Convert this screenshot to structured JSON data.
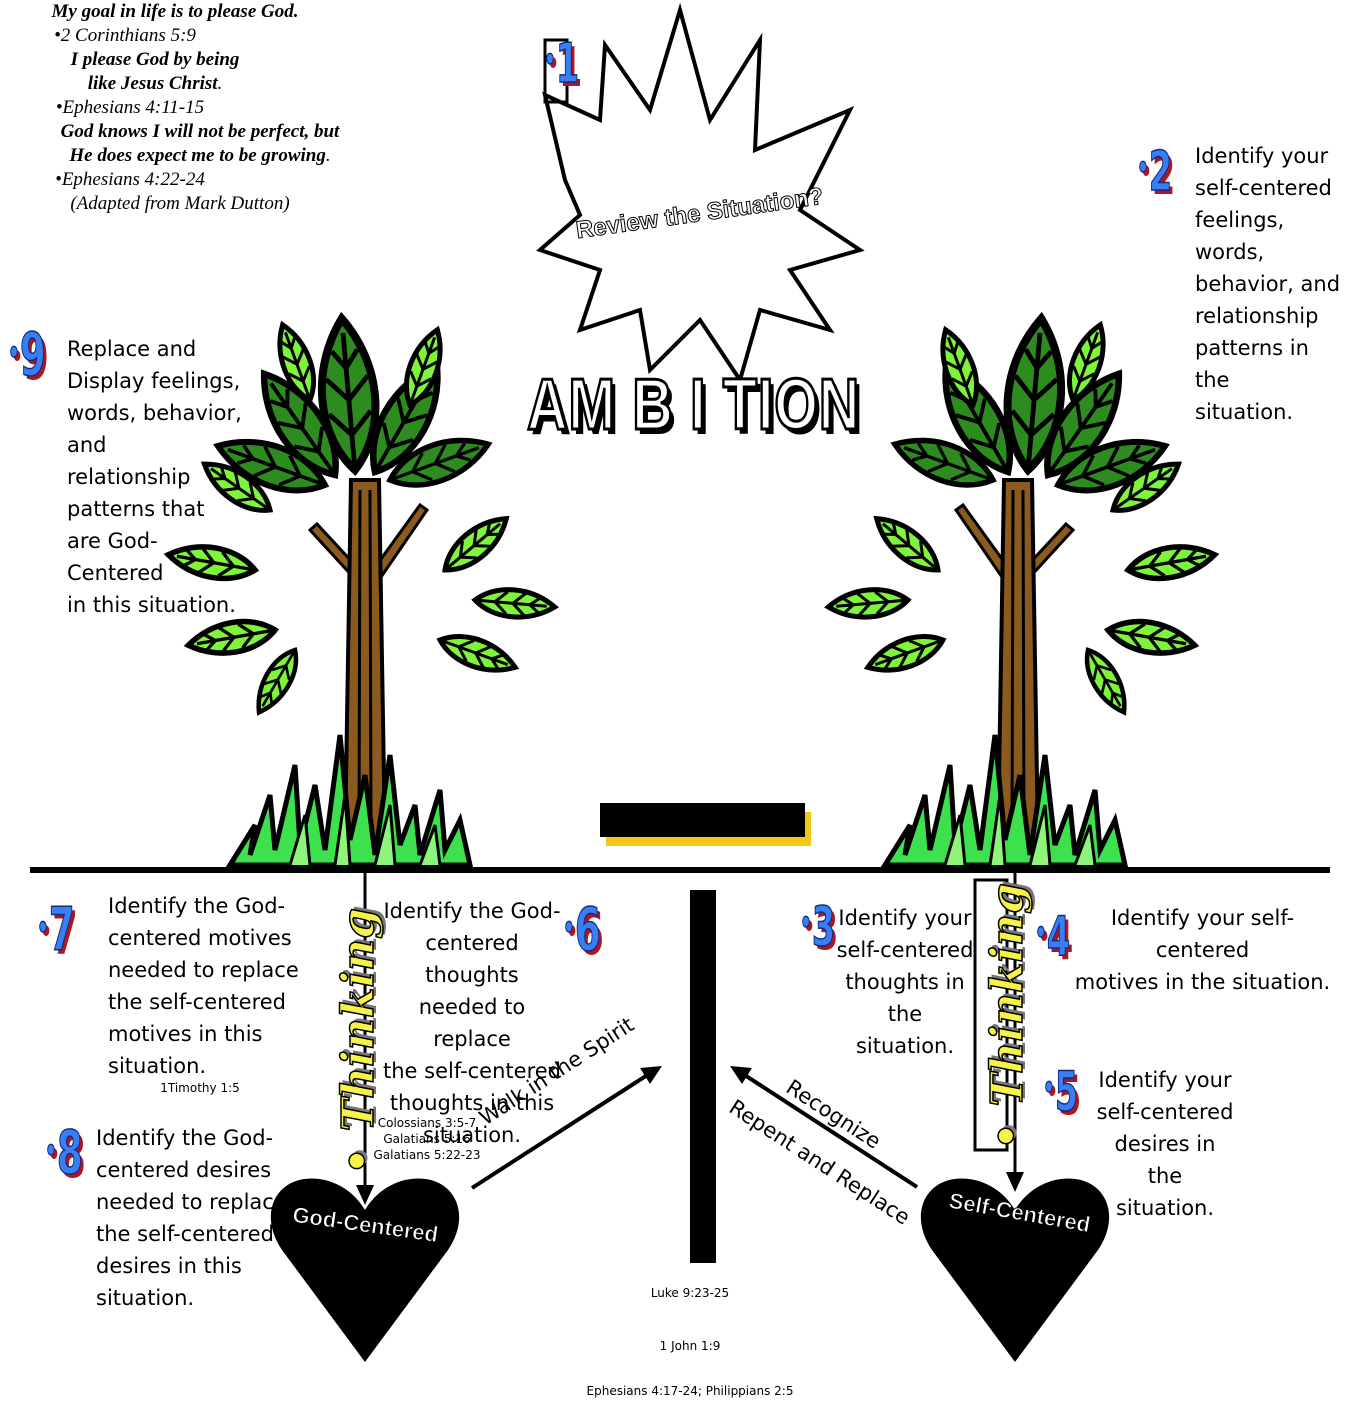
{
  "burst": {
    "label": "Review the Situation?"
  },
  "title": "AM B I TION",
  "steps": {
    "s1": {
      "number": "1"
    },
    "s2": {
      "number": "2",
      "text_lines": [
        "Identify your",
        "self-centered",
        "feelings, words,",
        "behavior, and",
        "relationship",
        "patterns in the",
        "situation."
      ]
    },
    "s3": {
      "number": "3",
      "text_lines": [
        "Identify  your",
        "self-centered",
        "thoughts in the",
        "situation."
      ]
    },
    "s4": {
      "number": "4",
      "text_lines": [
        "Identify  your self-centered",
        "motives in the situation."
      ]
    },
    "s5": {
      "number": "5",
      "text_lines": [
        "Identify  your",
        "self-centered",
        "desires in the",
        "situation."
      ]
    },
    "s6": {
      "number": "6",
      "text_lines": [
        "Identify the God-",
        "centered thoughts",
        "needed to replace",
        "the self-centered",
        "thoughts in this",
        "situation."
      ]
    },
    "s7": {
      "number": "7",
      "text_lines": [
        "Identify the God-",
        "centered motives",
        "needed to replace",
        "the self-centered",
        "motives in this",
        "situation."
      ],
      "ref": "1Timothy 1:5"
    },
    "s8": {
      "number": "8",
      "text_lines": [
        "Identify the God-",
        "centered desires",
        "needed to replace",
        "the self-centered",
        "desires  in this",
        "situation."
      ]
    },
    "s9": {
      "number": "9",
      "text_lines": [
        "Replace and",
        "Display feelings,",
        "words, behavior,",
        "and",
        "relationship",
        "patterns that",
        "are God-",
        "Centered",
        "in this situation."
      ]
    }
  },
  "center_text": {
    "goal": "My goal in life is to please God",
    "goal_ref": "2 Corinthians 5:9",
    "please_line1": "I please God by being",
    "please_line2": "like Jesus Christ",
    "please_ref": "Ephesians 4:11-15",
    "perfect_line1": "God knows I will not be perfect, but",
    "perfect_line2": "He does expect me to be growing",
    "perfect_ref": "Ephesians 4:22-24",
    "credit": "(Adapted from Mark Dutton)"
  },
  "thinking_label": "Thinking",
  "hearts": {
    "left": "God-Centered",
    "right": "Self-Centered"
  },
  "arrows": {
    "left": "Walk in the Spirit",
    "right_top": "Recognize",
    "right_bottom": "Repent and Replace"
  },
  "refs": {
    "colossians": [
      "Colossians 3:5-7",
      "Galatians 5:16",
      "Galatians 5:22-23"
    ],
    "luke": "Luke 9:23-25",
    "john": "1 John 1:9",
    "ephesians": "Ephesians 4:17-24; Philippians 2:5"
  },
  "colors": {
    "leaf_light": "#7ef53a",
    "leaf_dark": "#2e8b1f",
    "trunk": "#8b5a1e",
    "grass": "#3de04d",
    "cross_bar_shadow": "#f5c518",
    "number_blue": "#3a7ff2",
    "number_red": "#b0151b"
  }
}
